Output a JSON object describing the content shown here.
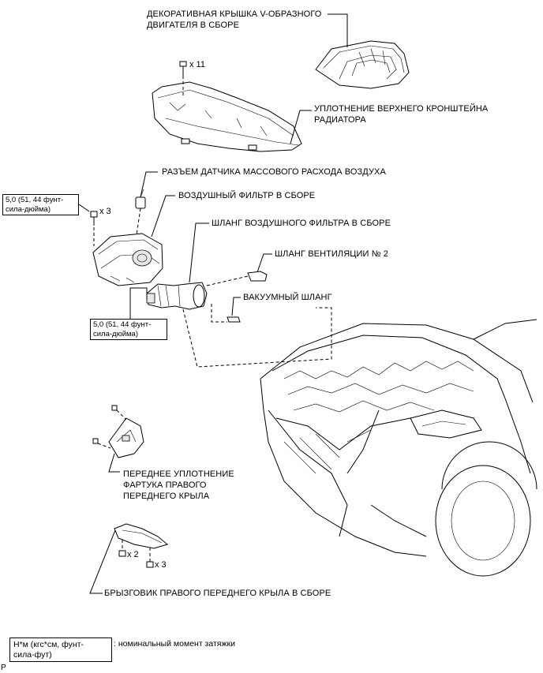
{
  "labels": {
    "engine_cover": "ДЕКОРАТИВНАЯ КРЫШКА V-ОБРАЗНОГО\nДВИГАТЕЛЯ В СБОРЕ",
    "radiator_seal": "УПЛОТНЕНИЕ ВЕРХНЕГО КРОНШТЕЙНА\nРАДИАТОРА",
    "maf_connector": "РАЗЪЕМ ДАТЧИКА МАССОВОГО РАСХОДА ВОЗДУХА",
    "air_filter": "ВОЗДУШНЫЙ ФИЛЬТР В СБОРЕ",
    "filter_hose": "ШЛАНГ ВОЗДУШНОГО ФИЛЬТРА В СБОРЕ",
    "vent_hose": "ШЛАНГ ВЕНТИЛЯЦИИ № 2",
    "vacuum_hose": "ВАКУУМНЫЙ ШЛАНГ",
    "front_fender_seal": "ПЕРЕДНЕЕ УПЛОТНЕНИЕ\nФАРТУКА ПРАВОГО\nПЕРЕДНЕГО КРЫЛА",
    "fender_splash": "БРЫЗГОВИК ПРАВОГО ПЕРЕДНЕГО КРЫЛА В СБОРЕ"
  },
  "quantities": {
    "clips_radiator": "x 11",
    "bolts_filter": "x 3",
    "bolts_splash_a": "x 2",
    "bolts_splash_b": "x 3"
  },
  "torque_boxes": {
    "filter": "5,0 (51, 44 фунт-\nсила-дюйма)",
    "hose_clamp": "5,0 (51, 44 фунт-\nсила-дюйма)"
  },
  "legend": {
    "unit_box": "Н*м (кгс*см, фунт-\nсила-фут)",
    "text": ": номинальный момент затяжки"
  },
  "corner_mark": "P"
}
